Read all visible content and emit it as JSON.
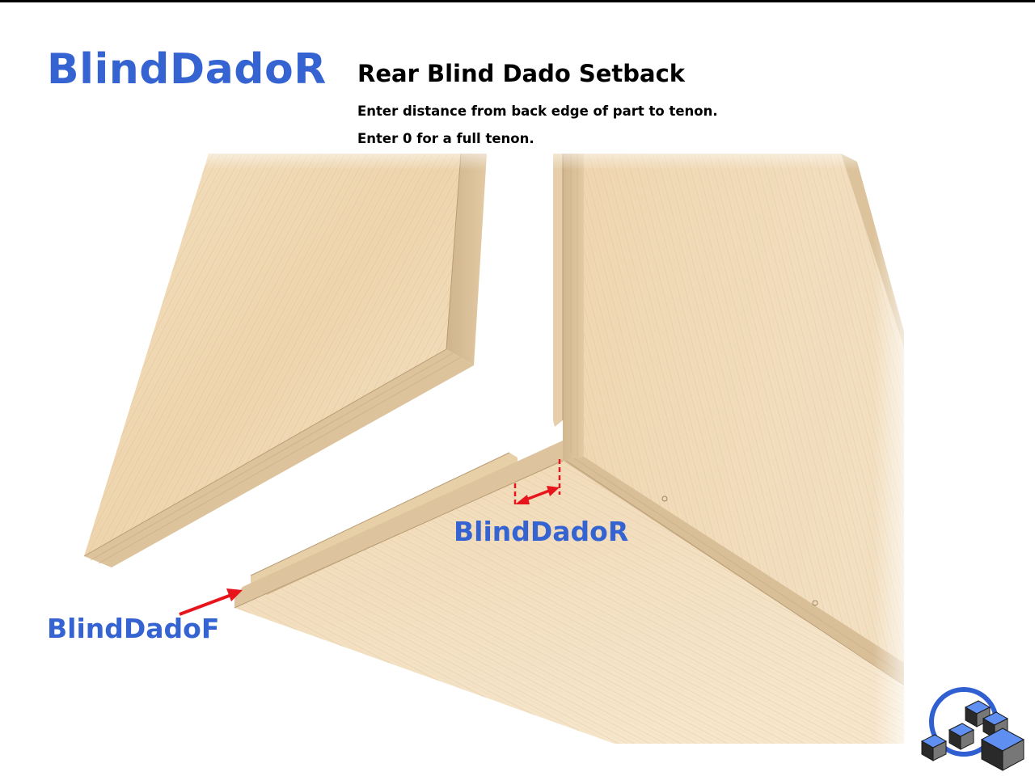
{
  "slide": {
    "title": "BlindDadoR",
    "heading": "Rear Blind Dado Setback",
    "instructions": [
      "Enter distance from back edge of part to tenon.",
      "Enter 0 for a full tenon."
    ]
  },
  "callouts": {
    "rear": "BlindDadoR",
    "front": "BlindDadoF"
  },
  "colors": {
    "title_blue": "#3564d2",
    "arrow_red": "#e8141c",
    "wood_face": "#f0d7b0",
    "wood_edge": "#dcc39c",
    "logo_blue": "#2f5fd0"
  },
  "icons": [
    "company-logo-cubes-icon"
  ]
}
